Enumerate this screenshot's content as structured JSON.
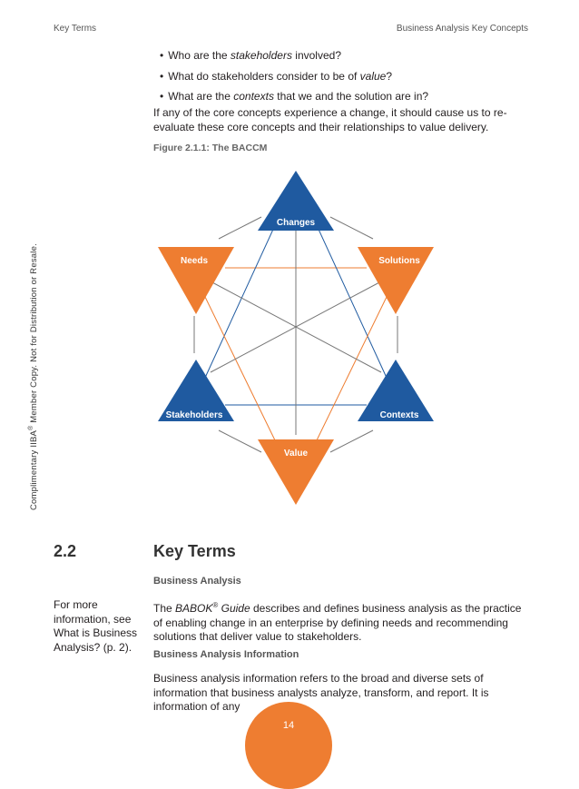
{
  "header": {
    "left": "Key Terms",
    "right": "Business Analysis Key Concepts"
  },
  "sidebar_vertical": {
    "text_pre": "Complimentary IIBA",
    "reg_mark": "®",
    "text_post": " Member Copy. Not for Distribution or Resale."
  },
  "bullets": [
    {
      "pre": "Who are the ",
      "em": "stakeholders",
      "post": " involved?"
    },
    {
      "pre": "What do stakeholders consider to be of ",
      "em": "value",
      "post": "?"
    },
    {
      "pre": "What are the ",
      "em": "contexts",
      "post": " that we and the solution are in?"
    }
  ],
  "intro_paragraph": "If any of the core concepts experience a change, it should cause us to re-evaluate these core concepts and their relationships to value delivery.",
  "figure": {
    "caption": "Figure 2.1.1: The BACCM",
    "nodes": {
      "changes": "Changes",
      "needs": "Needs",
      "solutions": "Solutions",
      "stakeholders": "Stakeholders",
      "contexts": "Contexts",
      "value": "Value"
    },
    "colors": {
      "blue": "#1f5aa0",
      "orange": "#ee7d31",
      "gray": "#777777"
    }
  },
  "section": {
    "number": "2.2",
    "title": "Key Terms",
    "business_analysis_heading": "Business Analysis",
    "business_analysis_text": {
      "pre": "The ",
      "em": "BABOK",
      "reg": "®",
      "em2": " Guide",
      "post": " describes and defines business analysis as the practice of enabling change in an enterprise by defining needs and recommending solutions that deliver value to stakeholders."
    },
    "info_heading": "Business Analysis Information",
    "info_text": "Business analysis information refers to the broad and diverse sets of information that business analysts analyze, transform, and report. It is information of any"
  },
  "sidenote": "For more information, see What is Business Analysis? (p. 2).",
  "page_number": "14"
}
